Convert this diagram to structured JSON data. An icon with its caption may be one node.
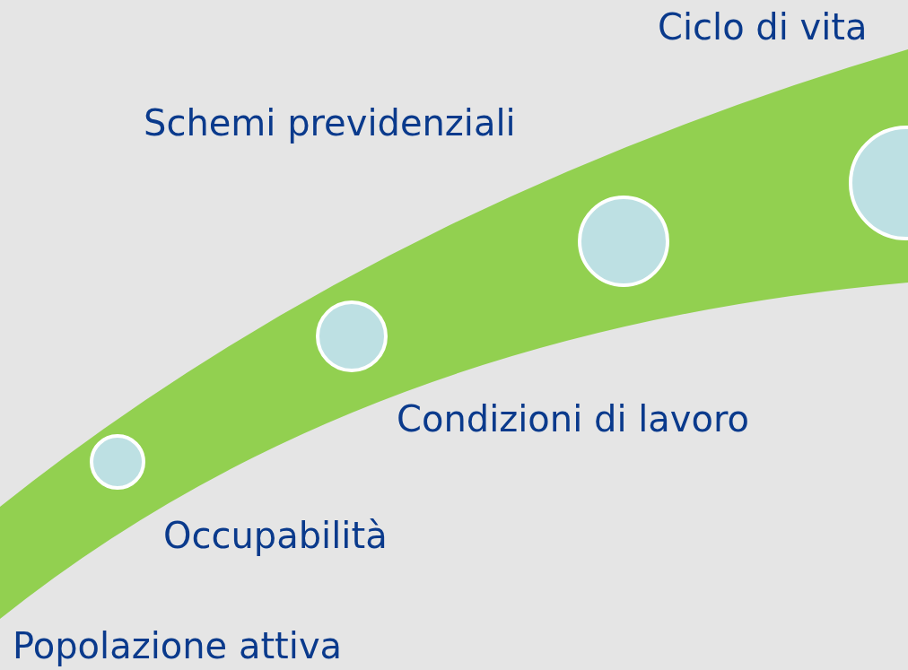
{
  "diagram": {
    "nodes": [
      {
        "text": [],
        "shape": "circle",
        "beside": [
          "Occupabilità"
        ]
      },
      {
        "text": [],
        "shape": "circle",
        "beside": [
          "Condizioni di lavoro"
        ]
      },
      {
        "text": [],
        "shape": "circle",
        "beside": [
          "Schemi previdenziali"
        ]
      },
      {
        "text": [],
        "shape": "circle",
        "beside": [
          "Ciclo di vita"
        ]
      }
    ],
    "labels": [
      "Popolazione attiva"
    ]
  }
}
